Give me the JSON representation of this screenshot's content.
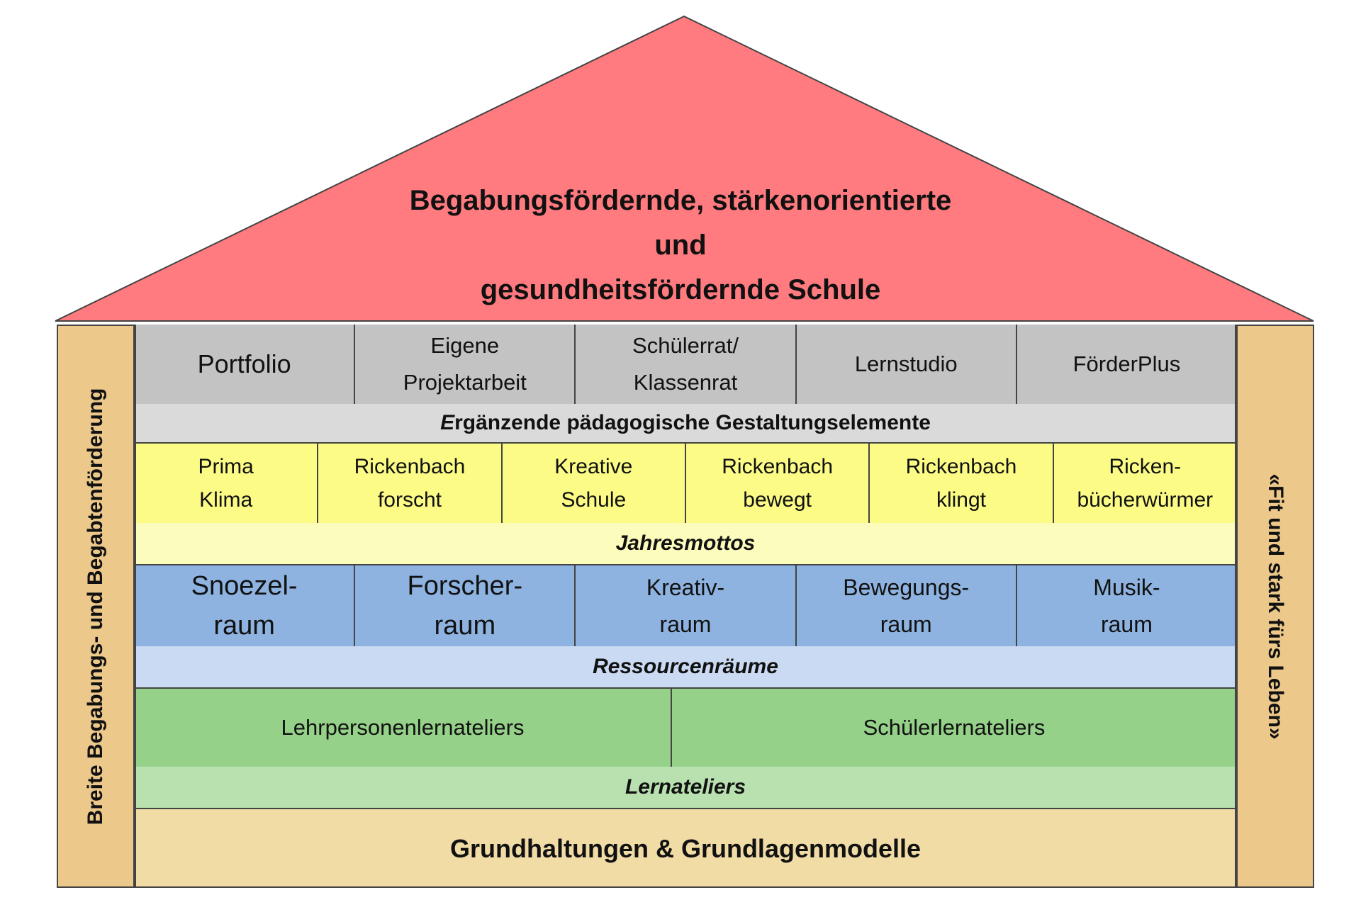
{
  "roof": {
    "line1": "Begabungsfördernde, stärkenorientierte",
    "line2": "und",
    "line3": "gesundheitsfördernde Schule",
    "color": "#ff7b7f"
  },
  "pillars": {
    "left": "Breite Begabungs- und Begabtenförderung",
    "right": "«Fit und stark fürs Leben»",
    "color": "#ecc88a"
  },
  "elements": {
    "items": [
      "Portfolio",
      "Eigene\nProjektarbeit",
      "Schülerrat/\nKlassenrat",
      "Lernstudio",
      "FörderPlus"
    ],
    "label_first": "E",
    "label_rest": "rgänzende pädagogische Gestaltungselemente",
    "color": "#c3c3c3"
  },
  "mottos": {
    "items": [
      "Prima\nKlima",
      "Rickenbach\nforscht",
      "Kreative\nSchule",
      "Rickenbach\nbewegt",
      "Rickenbach\nklingt",
      "Ricken-\nbücherwürmer"
    ],
    "label": "Jahresmottos",
    "color": "#fbfb86"
  },
  "rooms": {
    "items": [
      "Snoezel-\nraum",
      "Forscher-\nraum",
      "Kreativ-\nraum",
      "Bewegungs-\nraum",
      "Musik-\nraum"
    ],
    "label": "Ressourcenräume",
    "color": "#8eb3e0"
  },
  "ateliers": {
    "items": [
      "Lehrpersonenlernateliers",
      "Schülerlernateliers"
    ],
    "label": "Lernateliers",
    "color": "#95d189"
  },
  "foundation": {
    "label": "Grundhaltungen & Grundlagenmodelle",
    "color": "#f1dca6"
  }
}
